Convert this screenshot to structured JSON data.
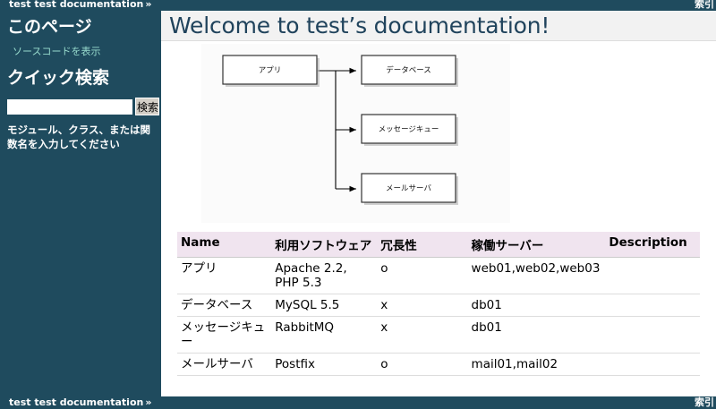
{
  "related": {
    "project_link": "test test documentation",
    "separator": "»",
    "right_link": "索引"
  },
  "sidebar": {
    "this_page_heading": "このページ",
    "show_source_link": "ソースコードを表示",
    "quick_search_heading": "クイック検索",
    "search": {
      "value": "",
      "placeholder": "",
      "button_label": "検索"
    },
    "search_hint": "モジュール、クラス、または関数名を入力してください"
  },
  "main": {
    "title": "Welcome to test’s documentation!",
    "diagram": {
      "type": "flow",
      "nodes": [
        {
          "id": "app",
          "label": "アプリ"
        },
        {
          "id": "db",
          "label": "データベース"
        },
        {
          "id": "mq",
          "label": "メッセージキュー"
        },
        {
          "id": "mail",
          "label": "メールサーバ"
        }
      ],
      "edges": [
        {
          "from": "app",
          "to": "db"
        },
        {
          "from": "app",
          "to": "mq"
        },
        {
          "from": "app",
          "to": "mail"
        }
      ]
    },
    "table": {
      "headers": [
        "Name",
        "利用ソフトウェア",
        "冗長性",
        "稼働サーバー",
        "Description"
      ],
      "rows": [
        {
          "name": "アプリ",
          "software": "Apache 2.2, PHP 5.3",
          "redundancy": "o",
          "servers": "web01,web02,web03",
          "description": ""
        },
        {
          "name": "データベース",
          "software": "MySQL 5.5",
          "redundancy": "x",
          "servers": "db01",
          "description": ""
        },
        {
          "name": "メッセージキュー",
          "software": "RabbitMQ",
          "redundancy": "x",
          "servers": "db01",
          "description": ""
        },
        {
          "name": "メールサーバ",
          "software": "Postfix",
          "redundancy": "o",
          "servers": "mail01,mail02",
          "description": ""
        }
      ]
    }
  },
  "colors": {
    "chrome": "#1f4b5e",
    "sidebar_link": "#98dbcd",
    "title_text": "#20435c",
    "title_band": "#f2f2f2",
    "table_header_bg": "#f0e4ef"
  }
}
